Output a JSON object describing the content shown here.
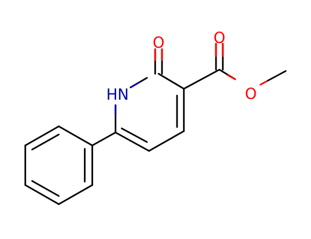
{
  "molecule": {
    "atoms": {
      "carbonyl_oxygen": "O",
      "nh": "HN",
      "ester_carbonyl_oxygen": "O",
      "ester_ether_oxygen": "O"
    },
    "colors": {
      "bond": "#000000",
      "oxygen": "#ff0000",
      "nitrogen": "#0000aa"
    }
  }
}
